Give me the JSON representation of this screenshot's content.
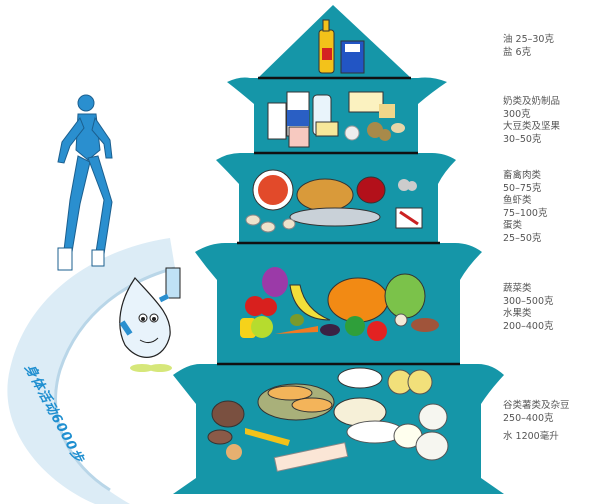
{
  "colors": {
    "pagoda": "#1596a8",
    "divider": "#111111",
    "path": "#cfe6f2",
    "runner": "#2a8fcf",
    "label_text": "#555555"
  },
  "tiers": [
    {
      "name": "oil-salt",
      "lines": [
        "油 25–30克",
        "盐 6克"
      ]
    },
    {
      "name": "dairy-soy",
      "lines": [
        "奶类及奶制品",
        "300克",
        "大豆类及坚果",
        "30–50克"
      ]
    },
    {
      "name": "meat-fish-egg",
      "lines": [
        "畜禽肉类",
        "50–75克",
        "鱼虾类",
        "75–100克",
        "蛋类",
        "25–50克"
      ]
    },
    {
      "name": "vegetable-fruit",
      "lines": [
        "蔬菜类",
        "300–500克",
        "水果类",
        "200–400克"
      ]
    },
    {
      "name": "grains",
      "lines": [
        "谷类薯类及杂豆",
        "250–400克"
      ]
    }
  ],
  "water": "水 1200毫升",
  "activity": "身体活动6000步"
}
